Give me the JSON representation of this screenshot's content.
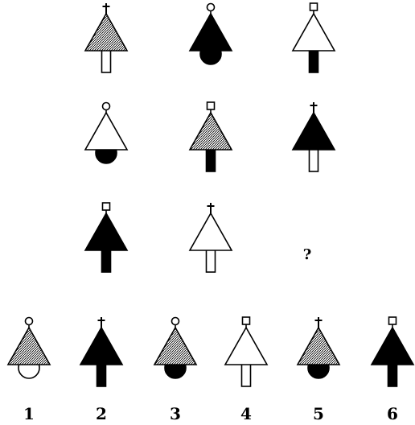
{
  "question_mark": "?",
  "colors": {
    "ink": "#000000",
    "paper": "#ffffff",
    "hatch": "#000000"
  },
  "matrix": [
    [
      {
        "top": "cross",
        "fill": "hatched",
        "base": "white-stem"
      },
      {
        "top": "circle",
        "fill": "black",
        "base": "black-ball"
      },
      {
        "top": "square",
        "fill": "white",
        "base": "black-stem"
      }
    ],
    [
      {
        "top": "circle",
        "fill": "white",
        "base": "black-ball"
      },
      {
        "top": "square",
        "fill": "hatched",
        "base": "black-stem"
      },
      {
        "top": "cross",
        "fill": "black",
        "base": "white-stem"
      }
    ],
    [
      {
        "top": "square",
        "fill": "black",
        "base": "black-stem"
      },
      {
        "top": "cross",
        "fill": "white",
        "base": "white-stem"
      },
      null
    ]
  ],
  "options": [
    {
      "label": "1",
      "top": "circle",
      "fill": "hatched",
      "base": "white-ball"
    },
    {
      "label": "2",
      "top": "cross",
      "fill": "black",
      "base": "black-stem"
    },
    {
      "label": "3",
      "top": "circle",
      "fill": "hatched",
      "base": "black-ball"
    },
    {
      "label": "4",
      "top": "square",
      "fill": "white",
      "base": "white-stem"
    },
    {
      "label": "5",
      "top": "cross",
      "fill": "hatched",
      "base": "black-ball"
    },
    {
      "label": "6",
      "top": "square",
      "fill": "black",
      "base": "black-stem"
    }
  ]
}
